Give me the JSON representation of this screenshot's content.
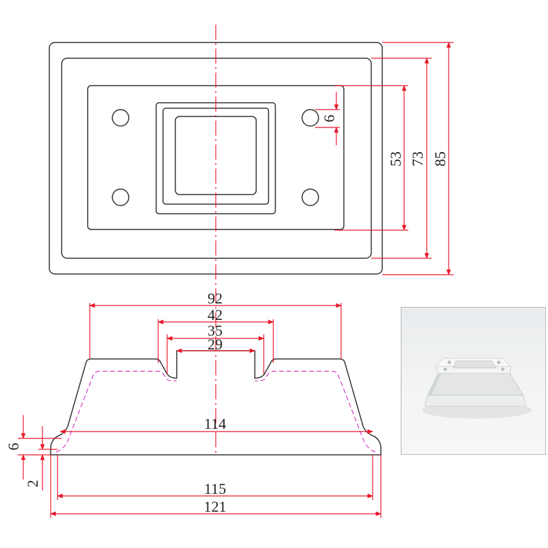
{
  "top_view": {
    "dimensions": {
      "hole_dia": "6",
      "inner_height": "53",
      "middle_height": "73",
      "outer_height": "85"
    }
  },
  "side_view": {
    "dimensions": {
      "top_width": "92",
      "opening_outer": "42",
      "opening_mid": "35",
      "opening_inner": "29",
      "base_step_width": "114",
      "base_bottom": "115",
      "base_overall": "121",
      "lip_height": "6",
      "base_thickness": "2"
    }
  },
  "colors": {
    "outline": "#333333",
    "dimension": "#e8192c",
    "hidden_line": "#d43cc8"
  }
}
